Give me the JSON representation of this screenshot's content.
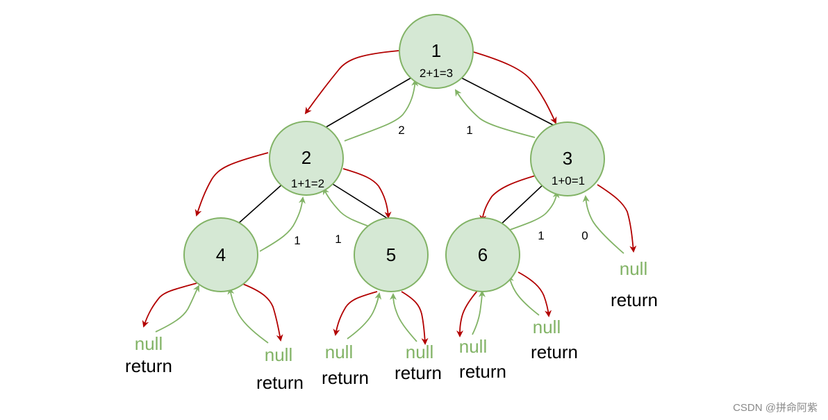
{
  "nodes": [
    {
      "value": "1",
      "sub": "2+1=3"
    },
    {
      "value": "2",
      "sub": "1+1=2"
    },
    {
      "value": "3",
      "sub": "1+0=1"
    },
    {
      "value": "4",
      "sub": ""
    },
    {
      "value": "5",
      "sub": ""
    },
    {
      "value": "6",
      "sub": ""
    }
  ],
  "edge_labels": [
    "2",
    "1",
    "1",
    "1",
    "1",
    "0"
  ],
  "null_label": "null",
  "return_label": "return",
  "watermark": "CSDN @拼命阿紫",
  "colors": {
    "node_fill": "#d5e8d4",
    "node_stroke": "#82b366",
    "down_arrow": "#b20000",
    "up_arrow": "#82b366",
    "null_text": "#82b366"
  }
}
